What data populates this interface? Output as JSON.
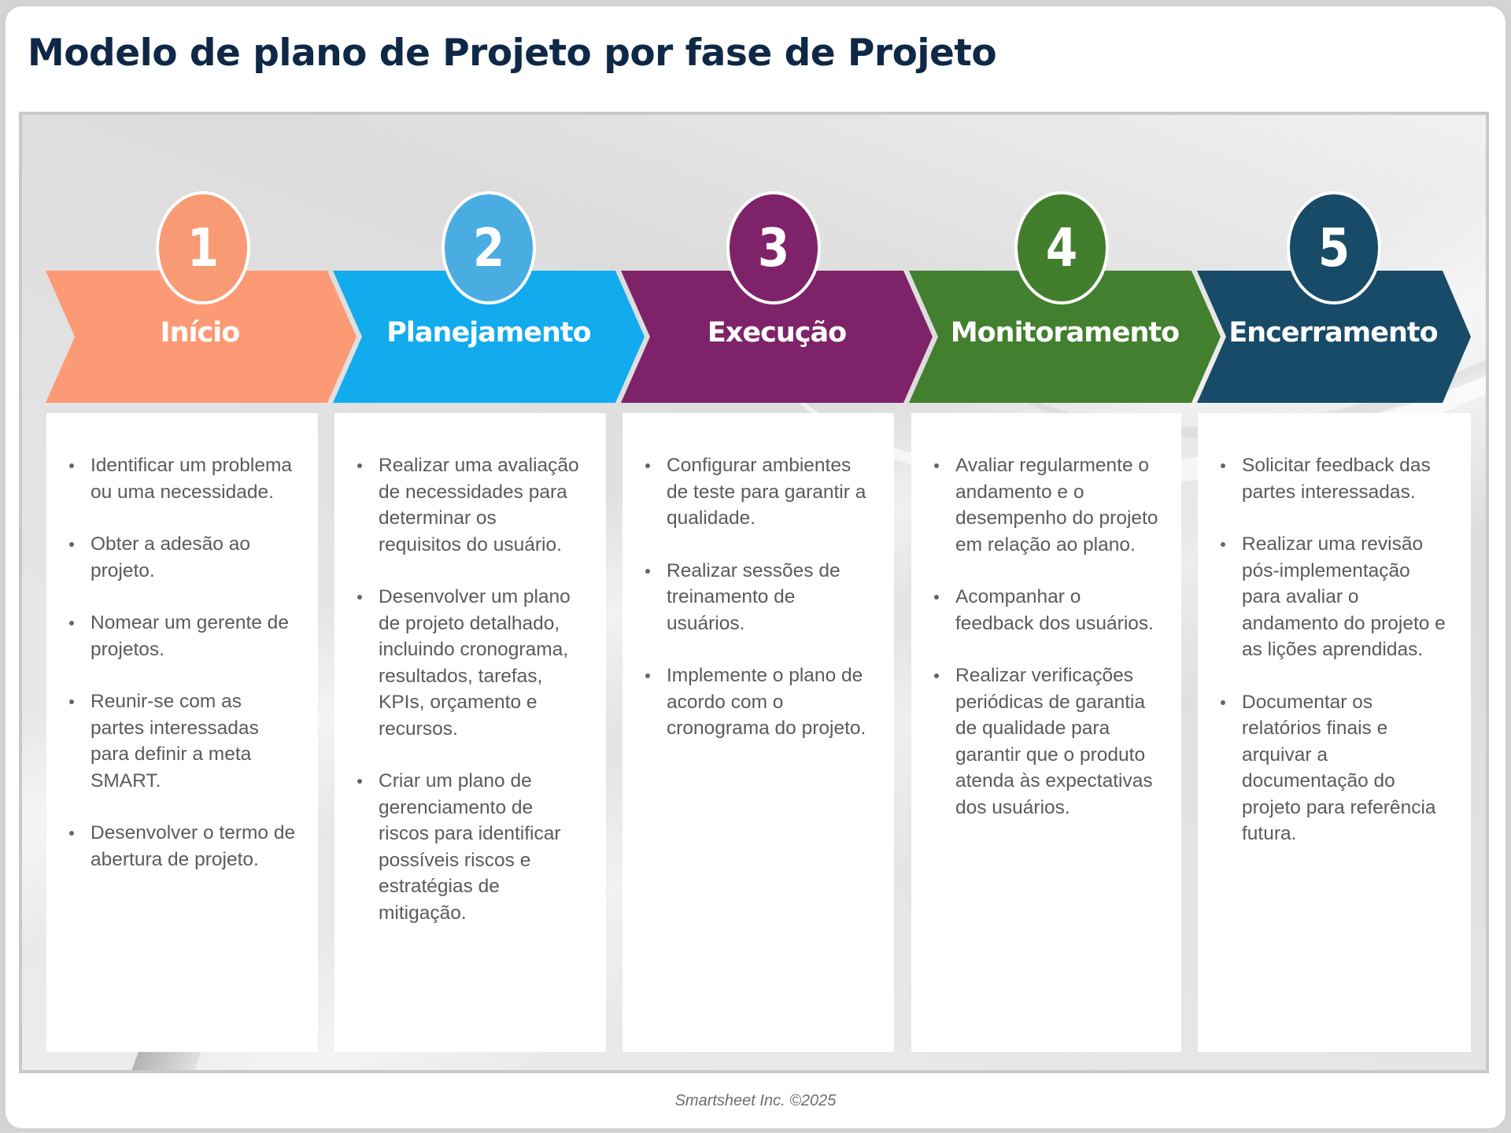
{
  "title": "Modelo de plano de Projeto por fase de Projeto",
  "footer": "Smartsheet Inc. ©2025",
  "phases": [
    {
      "number": "1",
      "label": "Início",
      "color": "#FD9A76",
      "circle_color": "#F89A73",
      "items": [
        "Identificar um problema ou uma necessidade.",
        "Obter a adesão ao projeto.",
        "Nomear um gerente de projetos.",
        "Reunir-se com as partes interessadas para definir a meta SMART.",
        "Desenvolver o termo de abertura de projeto."
      ]
    },
    {
      "number": "2",
      "label": "Planejamento",
      "color": "#12ABEE",
      "circle_color": "#4AADE1",
      "items": [
        "Realizar uma avaliação de necessidades para determinar os requisitos do usuário.",
        "Desenvolver um plano de projeto detalhado, incluindo cronograma, resultados, tarefas, KPIs, orçamento e recursos.",
        "Criar um plano de gerenciamento de riscos para identificar possíveis riscos e estratégias de mitigação."
      ]
    },
    {
      "number": "3",
      "label": "Execução",
      "color": "#7E2369",
      "circle_color": "#7E2369",
      "items": [
        "Configurar ambientes de teste para garantir a qualidade.",
        "Realizar sessões de treinamento de usuários.",
        "Implemente o plano de acordo com o cronograma do projeto."
      ]
    },
    {
      "number": "4",
      "label": "Monitoramento",
      "color": "#427F2E",
      "circle_color": "#437E2D",
      "items": [
        "Avaliar regularmente o andamento e o desempenho do projeto em relação ao plano.",
        "Acompanhar o feedback dos usuários.",
        "Realizar verificações periódicas de garantia de qualidade para garantir que o produto atenda às expectativas dos usuários."
      ]
    },
    {
      "number": "5",
      "label": "Encerramento",
      "color": "#174B68",
      "circle_color": "#174B68",
      "items": [
        "Solicitar feedback das partes interessadas.",
        "Realizar uma revisão pós-implementação para avaliar o andamento do projeto e as lições aprendidas.",
        "Documentar os relatórios finais e arquivar a documentação do projeto para referência futura."
      ]
    }
  ]
}
